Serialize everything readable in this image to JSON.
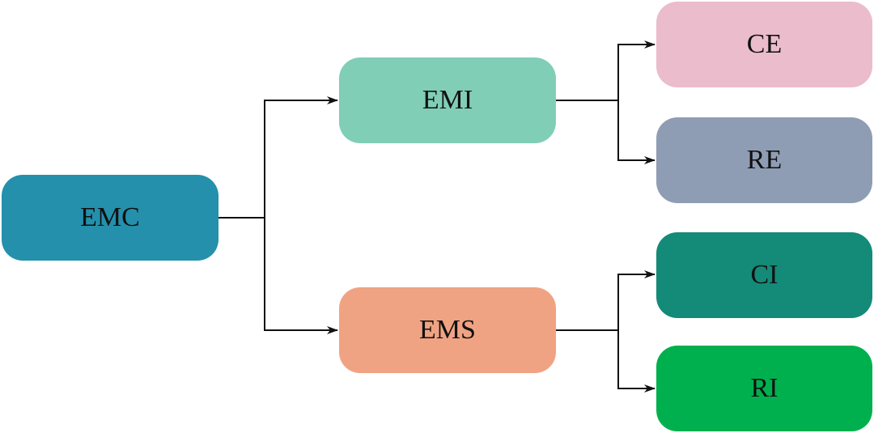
{
  "diagram": {
    "nodes": {
      "emc": {
        "label": "EMC",
        "color": "#2490AC"
      },
      "emi": {
        "label": "EMI",
        "color": "#81CEB6"
      },
      "ems": {
        "label": "EMS",
        "color": "#F0A383"
      },
      "ce": {
        "label": "CE",
        "color": "#EBBCCB"
      },
      "re": {
        "label": "RE",
        "color": "#8F9DB4"
      },
      "ci": {
        "label": "CI",
        "color": "#148A78"
      },
      "ri": {
        "label": "RI",
        "color": "#00B04E"
      }
    },
    "edges": [
      {
        "from": "EMC",
        "to": "EMI"
      },
      {
        "from": "EMC",
        "to": "EMS"
      },
      {
        "from": "EMI",
        "to": "CE"
      },
      {
        "from": "EMI",
        "to": "RE"
      },
      {
        "from": "EMS",
        "to": "CI"
      },
      {
        "from": "EMS",
        "to": "RI"
      }
    ],
    "line_color": "#111111"
  }
}
